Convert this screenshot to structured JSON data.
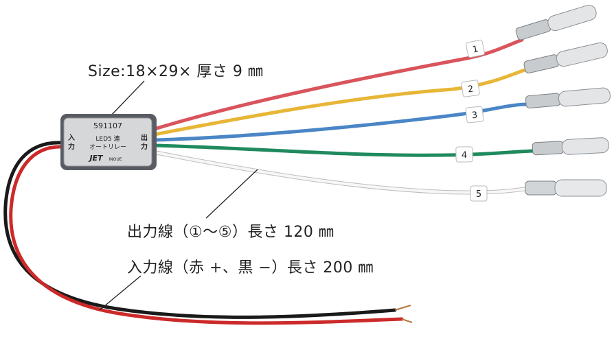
{
  "captions": {
    "size": "Size:18×29× 厚さ 9 ㎜",
    "output_wires": "出力線（①〜⑤）長さ 120 ㎜",
    "input_wires": "入力線（赤 +、黒 −）長さ 200 ㎜"
  },
  "device": {
    "part_number": "591107",
    "input_label": [
      "入",
      "力"
    ],
    "output_label": [
      "出",
      "力"
    ],
    "name_line1": "LED5 連",
    "name_line2": "オートリレー",
    "brand": "JET",
    "brand_suffix": "INOUE"
  },
  "wires": [
    {
      "tag": "1",
      "color": "#d9545c"
    },
    {
      "tag": "2",
      "color": "#e8b637"
    },
    {
      "tag": "3",
      "color": "#4a86c6"
    },
    {
      "tag": "4",
      "color": "#1f8a5e"
    },
    {
      "tag": "5",
      "color": "#f4f4f4"
    }
  ],
  "input_wire_colors": {
    "positive": "#cc2a2a",
    "negative": "#1a1a1a"
  }
}
